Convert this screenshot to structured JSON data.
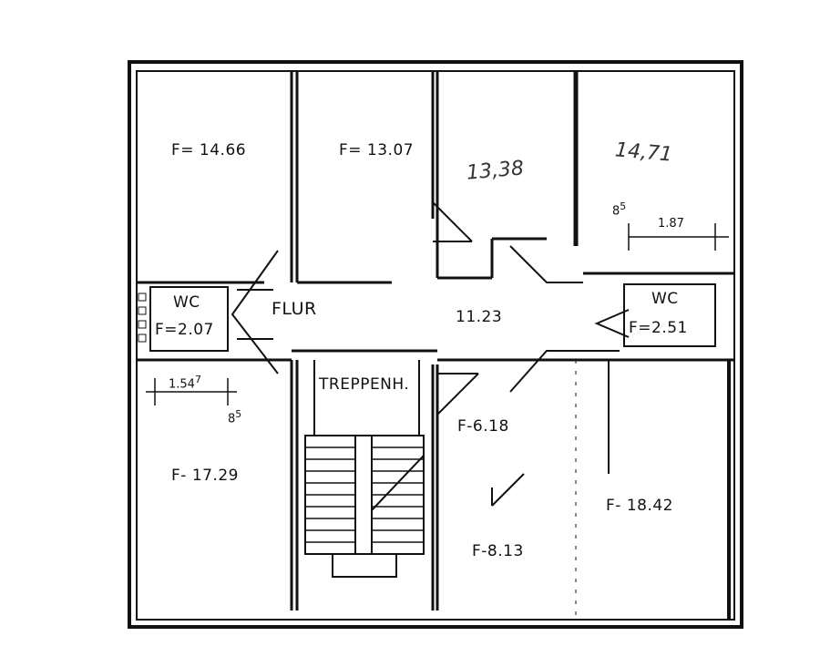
{
  "rooms": {
    "room1": "F= 14.66",
    "room2": "F= 13.07",
    "room3": "13,38",
    "room4": "14,71",
    "wc_left_title": "WC",
    "wc_left_area": "F=2.07",
    "flur": "FLUR",
    "flur_area": "11.23",
    "wc_right_title": "WC",
    "wc_right_area": "F=2.51",
    "bottom_left": "F- 17.29",
    "stairwell": "TREPPENH.",
    "room_618": "F-6.18",
    "room_813": "F-8.13",
    "room_1842": "F- 18.42"
  },
  "dimensions": {
    "d1": "1.87",
    "d2": "8",
    "d2_sup": "5",
    "d3": "1.54",
    "d3_sup": "7",
    "d4": "8",
    "d4_sup": "5"
  }
}
